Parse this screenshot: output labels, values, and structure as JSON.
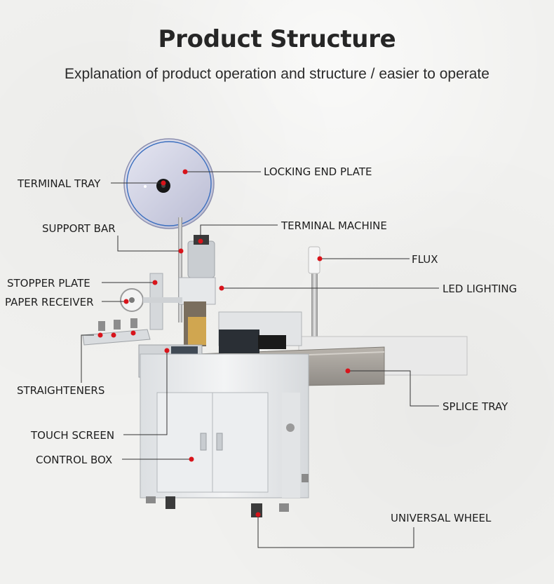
{
  "header": {
    "title": "Product Structure",
    "subtitle": "Explanation of product operation and structure / easier to operate"
  },
  "labels": {
    "terminal_tray": "TERMINAL TRAY",
    "locking_end_plate": "LOCKING END PLATE",
    "support_bar": "SUPPORT BAR",
    "terminal_machine": "TERMINAL MACHINE",
    "flux": "FLUX",
    "stopper_plate": "STOPPER PLATE",
    "led_lighting": "LED LIGHTING",
    "paper_receiver": "PAPER RECEIVER",
    "straighteners": "STRAIGHTENERS",
    "splice_tray": "SPLICE TRAY",
    "touch_screen": "TOUCH SCREEN",
    "control_box": "CONTROL BOX",
    "universal_wheel": "UNIVERSAL WHEEL"
  },
  "colors": {
    "marker": "#d8141b",
    "leader": "#333333",
    "machine_body": "#e6e8ea"
  }
}
